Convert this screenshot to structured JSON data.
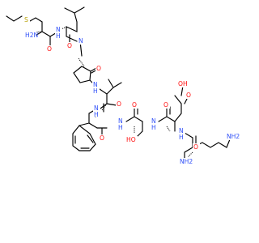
{
  "molecule": {
    "atoms": {
      "methionine_s": "S",
      "amide_n_top": "N",
      "amide_h_top": "H",
      "amide_o_top": "O",
      "terminal_amide": "H2N",
      "terminal_amide_o": "O",
      "lactam_n": "N",
      "lactam_o": "O",
      "nh_val_top": "N",
      "h_val_top": "H",
      "val_o": "O",
      "nh_phe": "N",
      "h_phe": "H",
      "phe_o": "O",
      "nh_ser": "N",
      "h_ser": "H",
      "ser_o": "O",
      "ser_oh": "HO",
      "nh_asp": "N",
      "h_asp": "H",
      "asp_o": "O",
      "acid_o": "O",
      "acid_oh": "OH",
      "nh_lys": "N",
      "h_lys": "H",
      "lys_o": "O",
      "lys_nh2_alpha": "NH2",
      "lys_nh2_eps": "NH2"
    },
    "colors": {
      "carbon_bond": "#000000",
      "nitrogen": "#3050f8",
      "oxygen": "#ff0d0d",
      "sulfur": "#b8a000"
    }
  }
}
